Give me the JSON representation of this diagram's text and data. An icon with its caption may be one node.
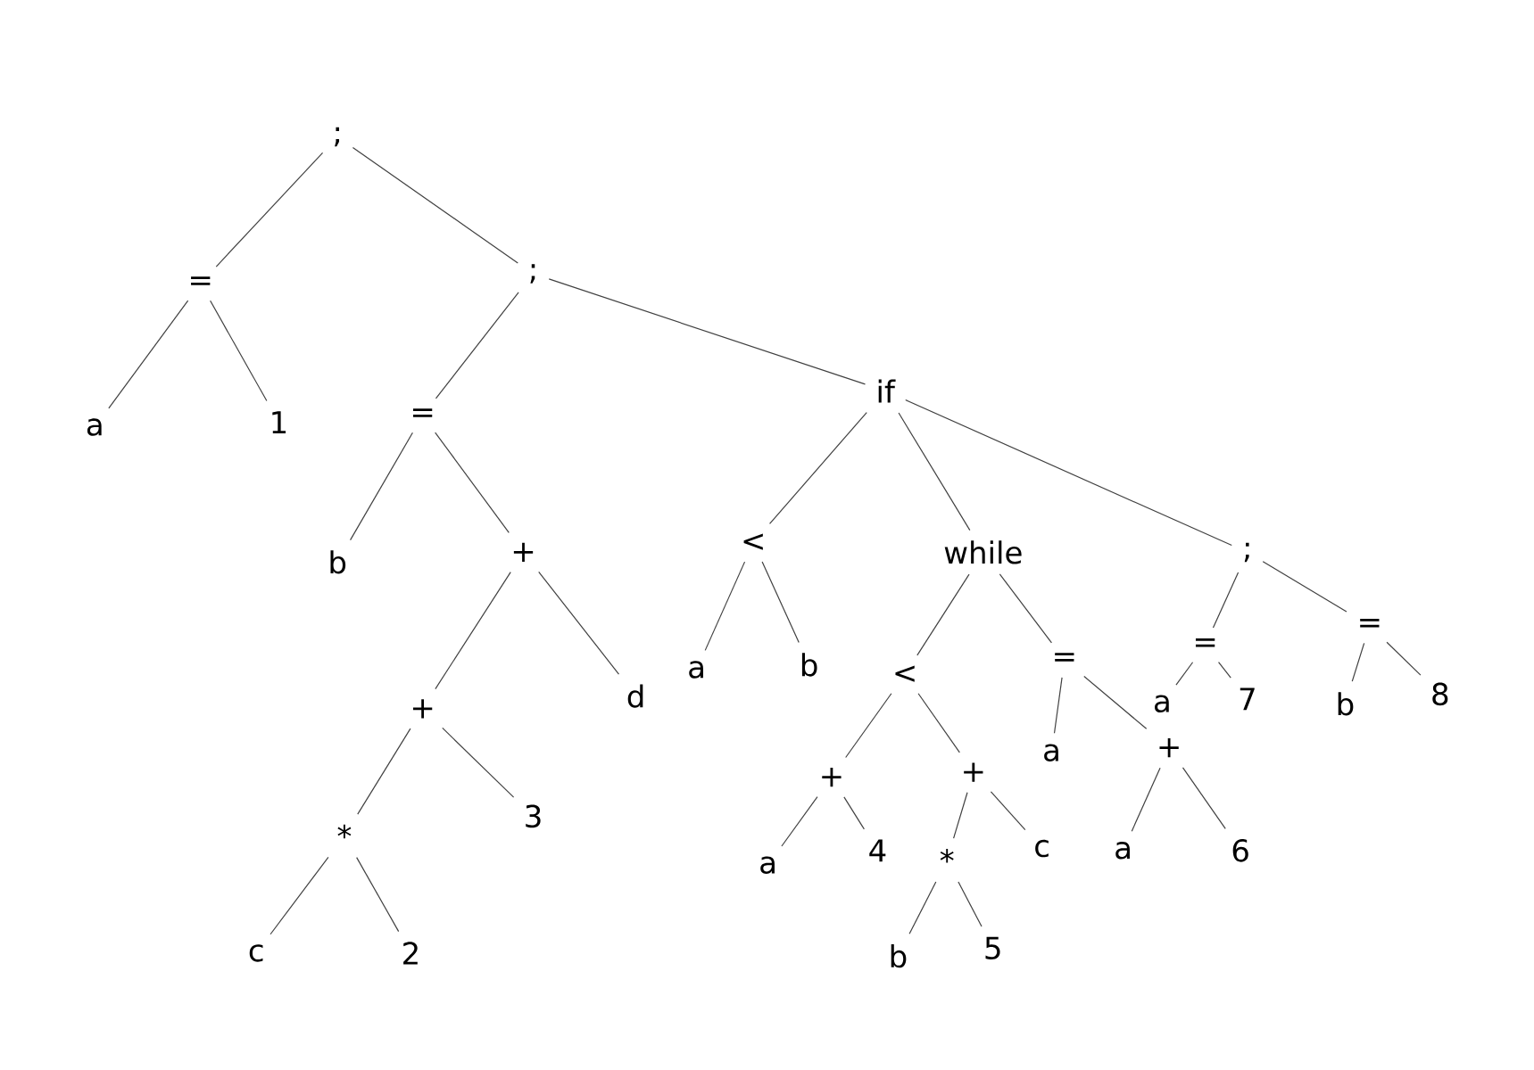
{
  "diagram": {
    "nodes": [
      {
        "text": [
          ";"
        ]
      },
      {
        "text": [
          "="
        ]
      },
      {
        "text": [
          ";"
        ]
      },
      {
        "text": [
          "a"
        ]
      },
      {
        "text": [
          "1"
        ]
      },
      {
        "text": [
          "="
        ]
      },
      {
        "text": [
          "if"
        ]
      },
      {
        "text": [
          "b"
        ]
      },
      {
        "text": [
          "+"
        ]
      },
      {
        "text": [
          "<"
        ]
      },
      {
        "text": [
          "while"
        ]
      },
      {
        "text": [
          ";"
        ]
      },
      {
        "text": [
          "+"
        ]
      },
      {
        "text": [
          "d"
        ]
      },
      {
        "text": [
          "a"
        ]
      },
      {
        "text": [
          "b"
        ]
      },
      {
        "text": [
          "<"
        ]
      },
      {
        "text": [
          "="
        ]
      },
      {
        "text": [
          "="
        ]
      },
      {
        "text": [
          "="
        ]
      },
      {
        "text": [
          "*"
        ]
      },
      {
        "text": [
          "3"
        ]
      },
      {
        "text": [
          "+"
        ]
      },
      {
        "text": [
          "+"
        ]
      },
      {
        "text": [
          "a"
        ]
      },
      {
        "text": [
          "+"
        ]
      },
      {
        "text": [
          "a"
        ]
      },
      {
        "text": [
          "7"
        ]
      },
      {
        "text": [
          "b"
        ]
      },
      {
        "text": [
          "8"
        ]
      },
      {
        "text": [
          "c"
        ]
      },
      {
        "text": [
          "2"
        ]
      },
      {
        "text": [
          "a"
        ]
      },
      {
        "text": [
          "4"
        ]
      },
      {
        "text": [
          "*"
        ]
      },
      {
        "text": [
          "c"
        ]
      },
      {
        "text": [
          "a"
        ]
      },
      {
        "text": [
          "6"
        ]
      },
      {
        "text": [
          "b"
        ]
      },
      {
        "text": [
          "5"
        ]
      }
    ],
    "edges": [
      {
        "from": 0,
        "to": 1,
        "arrow": "none"
      },
      {
        "from": 0,
        "to": 2,
        "arrow": "none"
      },
      {
        "from": 1,
        "to": 3,
        "arrow": "none"
      },
      {
        "from": 1,
        "to": 4,
        "arrow": "none"
      },
      {
        "from": 2,
        "to": 5,
        "arrow": "none"
      },
      {
        "from": 2,
        "to": 6,
        "arrow": "none"
      },
      {
        "from": 5,
        "to": 7,
        "arrow": "none"
      },
      {
        "from": 5,
        "to": 8,
        "arrow": "none"
      },
      {
        "from": 6,
        "to": 9,
        "arrow": "none"
      },
      {
        "from": 6,
        "to": 10,
        "arrow": "none"
      },
      {
        "from": 6,
        "to": 11,
        "arrow": "none"
      },
      {
        "from": 8,
        "to": 12,
        "arrow": "none"
      },
      {
        "from": 8,
        "to": 13,
        "arrow": "none"
      },
      {
        "from": 9,
        "to": 14,
        "arrow": "none"
      },
      {
        "from": 9,
        "to": 15,
        "arrow": "none"
      },
      {
        "from": 10,
        "to": 16,
        "arrow": "none"
      },
      {
        "from": 10,
        "to": 17,
        "arrow": "none"
      },
      {
        "from": 11,
        "to": 18,
        "arrow": "none"
      },
      {
        "from": 11,
        "to": 19,
        "arrow": "none"
      },
      {
        "from": 12,
        "to": 20,
        "arrow": "none"
      },
      {
        "from": 12,
        "to": 21,
        "arrow": "none"
      },
      {
        "from": 16,
        "to": 22,
        "arrow": "none"
      },
      {
        "from": 16,
        "to": 23,
        "arrow": "none"
      },
      {
        "from": 17,
        "to": 24,
        "arrow": "none"
      },
      {
        "from": 17,
        "to": 25,
        "arrow": "none"
      },
      {
        "from": 18,
        "to": 26,
        "arrow": "none"
      },
      {
        "from": 18,
        "to": 27,
        "arrow": "none"
      },
      {
        "from": 19,
        "to": 28,
        "arrow": "none"
      },
      {
        "from": 19,
        "to": 29,
        "arrow": "none"
      },
      {
        "from": 20,
        "to": 30,
        "arrow": "none"
      },
      {
        "from": 20,
        "to": 31,
        "arrow": "none"
      },
      {
        "from": 22,
        "to": 32,
        "arrow": "none"
      },
      {
        "from": 22,
        "to": 33,
        "arrow": "none"
      },
      {
        "from": 23,
        "to": 34,
        "arrow": "none"
      },
      {
        "from": 23,
        "to": 35,
        "arrow": "none"
      },
      {
        "from": 25,
        "to": 36,
        "arrow": "none"
      },
      {
        "from": 25,
        "to": 37,
        "arrow": "none"
      },
      {
        "from": 34,
        "to": 38,
        "arrow": "none"
      },
      {
        "from": 34,
        "to": 39,
        "arrow": "none"
      }
    ]
  }
}
